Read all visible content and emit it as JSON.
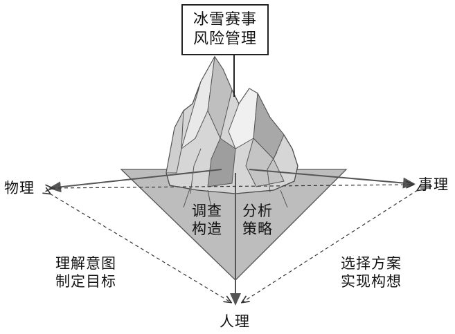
{
  "title": {
    "line1": "冰雪赛事",
    "line2": "风险管理"
  },
  "axes": {
    "left": "物理",
    "right": "事理",
    "bottom": "人理"
  },
  "center_labels": {
    "left": {
      "line1": "调查",
      "line2": "构造"
    },
    "right": {
      "line1": "分析",
      "line2": "策略"
    }
  },
  "side_notes": {
    "left": {
      "line1": "理解意图",
      "line2": "制定目标"
    },
    "right": {
      "line1": "选择方案",
      "line2": "实现构想"
    }
  }
}
